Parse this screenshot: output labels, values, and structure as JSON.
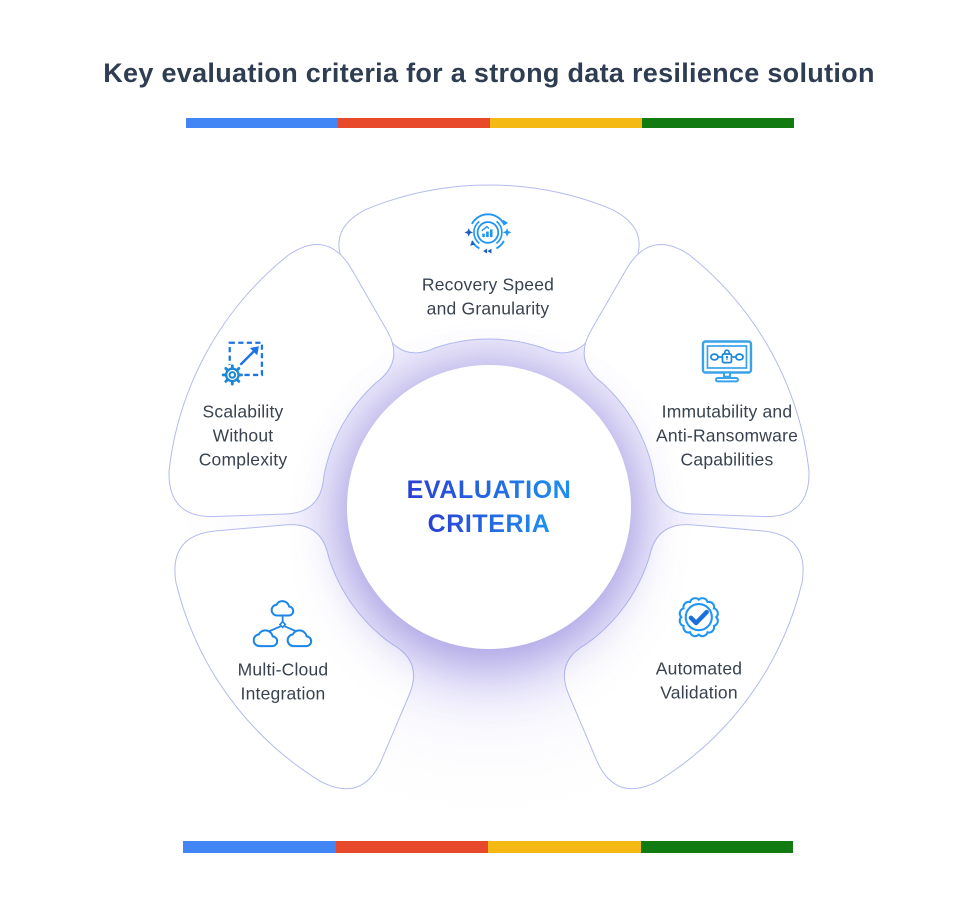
{
  "title": "Key evaluation criteria for a strong data resilience solution",
  "divider_colors": [
    "#4285F4",
    "#E8492B",
    "#F5B913",
    "#117B11"
  ],
  "center": {
    "line1": "EVALUATION",
    "line2": "CRITERIA",
    "text_gradient": [
      "#2A3FD4",
      "#1E90F0"
    ]
  },
  "styles": {
    "petal_border": "#B3BBEE",
    "glow_color": "#DDD8F4",
    "title_color": "#2E3D52",
    "label_color": "#39434F",
    "icon_blue": "#2196F3"
  },
  "petals": [
    {
      "key": "recovery-speed",
      "icon": "recovery-restore-chart-icon",
      "lines": [
        "Recovery Speed",
        "and Granularity"
      ]
    },
    {
      "key": "immutability",
      "icon": "monitor-chain-lock-icon",
      "lines": [
        "Immutability and",
        "Anti-Ransomware",
        "Capabilities"
      ]
    },
    {
      "key": "automated-validation",
      "icon": "badge-checkmark-icon",
      "lines": [
        "Automated",
        "Validation"
      ]
    },
    {
      "key": "multi-cloud",
      "icon": "multi-cloud-network-icon",
      "lines": [
        "Multi-Cloud",
        "Integration"
      ]
    },
    {
      "key": "scalability",
      "icon": "expand-square-gear-icon",
      "lines": [
        "Scalability",
        "Without",
        "Complexity"
      ]
    }
  ]
}
